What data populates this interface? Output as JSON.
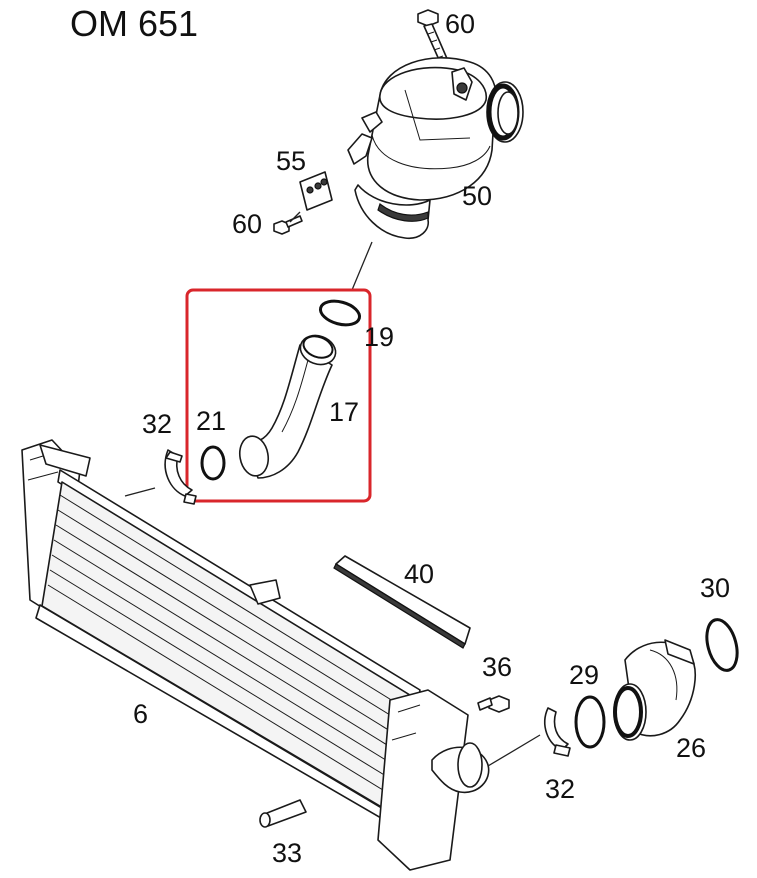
{
  "title": "OM 651",
  "highlight_color": "#d9262b",
  "labels": {
    "p60_top": "60",
    "p55": "55",
    "p60_left": "60",
    "p50": "50",
    "p19": "19",
    "p17": "17",
    "p21": "21",
    "p32_top": "32",
    "p40": "40",
    "p30": "30",
    "p36": "36",
    "p29": "29",
    "p6": "6",
    "p26": "26",
    "p32_bottom": "32",
    "p33": "33"
  }
}
